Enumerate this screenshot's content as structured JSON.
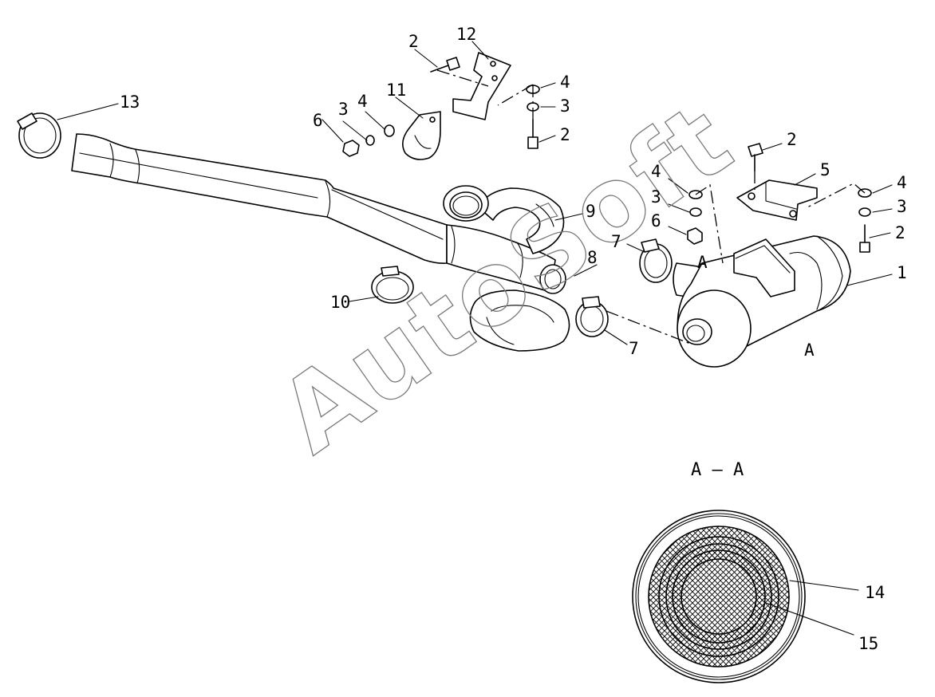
{
  "diagram": {
    "watermark": "AutoSoft",
    "section_label": "A – A",
    "section_marks": [
      "A",
      "A"
    ],
    "callouts": [
      {
        "id": "c1",
        "text": "1"
      },
      {
        "id": "c2a",
        "text": "2"
      },
      {
        "id": "c2b",
        "text": "2"
      },
      {
        "id": "c2c",
        "text": "2"
      },
      {
        "id": "c2d",
        "text": "2"
      },
      {
        "id": "c3a",
        "text": "3"
      },
      {
        "id": "c3b",
        "text": "3"
      },
      {
        "id": "c3c",
        "text": "3"
      },
      {
        "id": "c3d",
        "text": "3"
      },
      {
        "id": "c4a",
        "text": "4"
      },
      {
        "id": "c4b",
        "text": "4"
      },
      {
        "id": "c4c",
        "text": "4"
      },
      {
        "id": "c4d",
        "text": "4"
      },
      {
        "id": "c5",
        "text": "5"
      },
      {
        "id": "c6a",
        "text": "6"
      },
      {
        "id": "c6b",
        "text": "6"
      },
      {
        "id": "c7a",
        "text": "7"
      },
      {
        "id": "c7b",
        "text": "7"
      },
      {
        "id": "c8",
        "text": "8"
      },
      {
        "id": "c9",
        "text": "9"
      },
      {
        "id": "c10",
        "text": "10"
      },
      {
        "id": "c11",
        "text": "11"
      },
      {
        "id": "c12",
        "text": "12"
      },
      {
        "id": "c13",
        "text": "13"
      },
      {
        "id": "c14",
        "text": "14"
      },
      {
        "id": "c15",
        "text": "15"
      }
    ]
  }
}
